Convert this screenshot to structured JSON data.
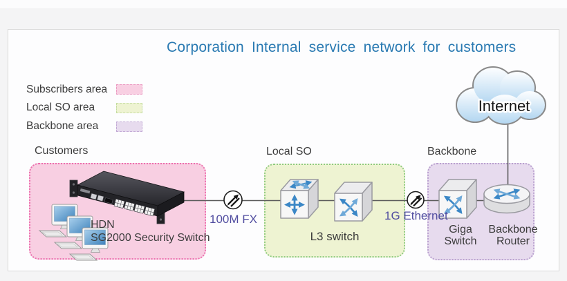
{
  "title": "Corporation Internal service network for customers",
  "legend": {
    "items": [
      {
        "label": "Subscribers area",
        "fill": "#f8cfe2",
        "border": "#eb9ec4"
      },
      {
        "label": "Local SO area",
        "fill": "#eef3d2",
        "border": "#c4dca0"
      },
      {
        "label": "Backbone area",
        "fill": "#e7dbee",
        "border": "#c3abd6"
      }
    ]
  },
  "zones": {
    "customers": {
      "label": "Customers"
    },
    "local_so": {
      "label": "Local SO"
    },
    "backbone": {
      "label": "Backbone"
    }
  },
  "nodes": {
    "internet": {
      "label": "Internet"
    },
    "security_switch": {
      "line1": "HDN",
      "line2": "SG2000 Security Switch"
    },
    "l3_switch": {
      "label": "L3 switch"
    },
    "giga_switch": {
      "line1": "Giga",
      "line2": "Switch"
    },
    "backbone_router": {
      "line1": "Backbone",
      "line2": "Router"
    }
  },
  "links": {
    "access": {
      "label": "100M FX"
    },
    "uplink": {
      "label": "1G Ethernet"
    }
  },
  "colors": {
    "title_text": "#2a7ab2",
    "body_text": "#3a3a3a",
    "link_label_text": "#514da0",
    "subscribers_zone_fill": "#f8cfe2",
    "subscribers_zone_border": "#ec6fae",
    "local_so_zone_fill": "#eef3d2",
    "local_so_zone_border": "#8fcb80",
    "backbone_zone_fill": "#e7dbee",
    "backbone_zone_border": "#b9a0cf",
    "icon_arrow_blue_dark": "#3b87c6",
    "icon_arrow_blue_light": "#6fa9d8",
    "cloud_fill": "#b4d7f1",
    "connector_line": "#5b5b5b"
  }
}
